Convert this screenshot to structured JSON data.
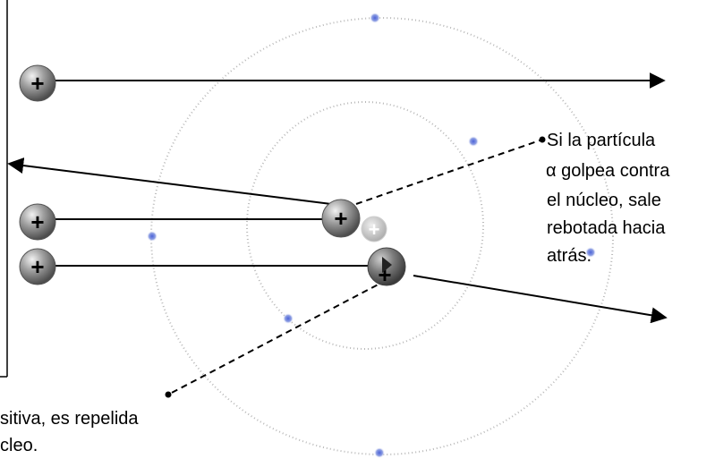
{
  "diagram": {
    "particle_symbol": "+",
    "alpha_symbol": "α",
    "annotation_right": {
      "lines": [
        "Si la partícula",
        " golpea contra",
        "el núcleo, sale",
        "rebotada hacia",
        "atrás."
      ]
    },
    "annotation_bottom": {
      "lines": [
        "sitiva, es repelida",
        "cleo."
      ]
    },
    "colors": {
      "orbit": "#b8b8b8",
      "electron": "#6a7fd0",
      "particle_fill": "#6e6e6e",
      "particle_highlight": "#dcdcdc",
      "particle_core": "#ffffff",
      "line": "#000000",
      "nucleus_particle": "#c0c0c0"
    }
  }
}
